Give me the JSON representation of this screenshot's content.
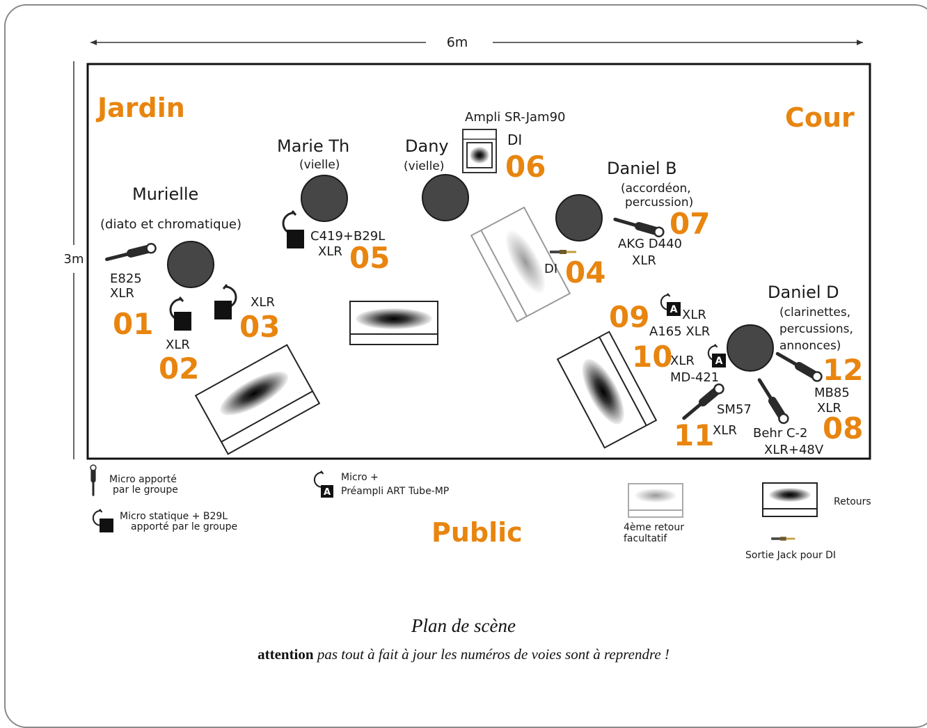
{
  "stage": {
    "width_label": "6m",
    "depth_label": "3m",
    "sides": {
      "jardin": "Jardin",
      "cour": "Cour",
      "public": "Public"
    }
  },
  "musicians": [
    {
      "id": "murielle",
      "name": "Murielle",
      "instrument": "(diato et  chromatique)"
    },
    {
      "id": "marie-th",
      "name": "Marie Th",
      "instrument": "(vielle)"
    },
    {
      "id": "dany",
      "name": "Dany",
      "instrument": "(vielle)"
    },
    {
      "id": "daniel-b",
      "name": "Daniel B",
      "instrument": [
        "(accordéon,",
        "percussion)"
      ]
    },
    {
      "id": "daniel-d",
      "name": "Daniel D",
      "instrument": [
        "(clarinettes,",
        "percussions,",
        "annonces)"
      ]
    }
  ],
  "amp": {
    "label": "Ampli SR-Jam90",
    "di": "DI"
  },
  "channels": [
    {
      "num": "01",
      "lines": [
        "E825",
        "XLR"
      ]
    },
    {
      "num": "02",
      "lines": [
        "XLR"
      ]
    },
    {
      "num": "03",
      "lines": [
        "XLR"
      ]
    },
    {
      "num": "04",
      "lines": [
        "DI"
      ]
    },
    {
      "num": "05",
      "lines": [
        "C419+B29L",
        "XLR"
      ]
    },
    {
      "num": "06",
      "lines": [
        "DI"
      ]
    },
    {
      "num": "07",
      "lines": [
        "AKG D440",
        "XLR"
      ]
    },
    {
      "num": "08",
      "lines": [
        "Behr C-2",
        "XLR+48V"
      ]
    },
    {
      "num": "09",
      "lines": [
        "XLR",
        "A165 XLR"
      ]
    },
    {
      "num": "10",
      "lines": [
        "XLR",
        "MD-421"
      ]
    },
    {
      "num": "11",
      "lines": [
        "SM57",
        "XLR"
      ]
    },
    {
      "num": "12",
      "lines": [
        "MB85",
        "XLR"
      ]
    }
  ],
  "preamp_badge": "A",
  "legend": {
    "mic_brought": [
      "Micro apporté",
      "par le groupe"
    ],
    "static_mic": [
      "Micro statique + B29L",
      "apporté par le groupe"
    ],
    "mic_preamp": [
      "Micro +",
      "Préampli ART Tube-MP"
    ],
    "optional_monitor": [
      "4ème retour",
      "facultatif"
    ],
    "monitors": "Retours",
    "jack_out": "Sortie Jack pour DI"
  },
  "caption": {
    "title": "Plan de scène",
    "note_bold": "attention",
    "note_rest": " pas tout à fait à jour les numéros de voies sont à reprendre !"
  },
  "colors": {
    "channel_orange": "#e8850f",
    "musician_circle": "#464646",
    "frame_grey": "#8a8a8a"
  }
}
